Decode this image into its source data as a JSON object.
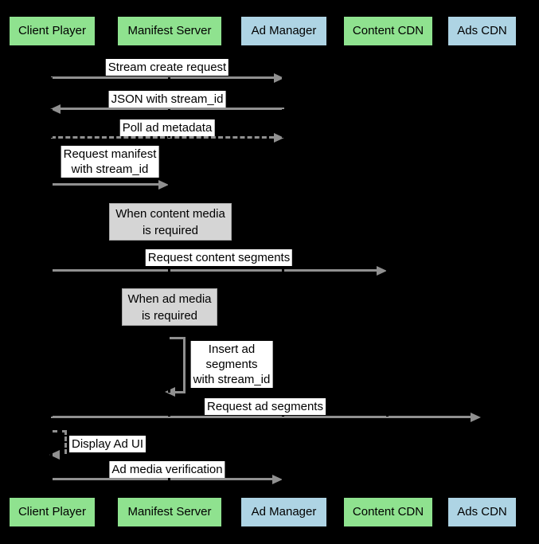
{
  "diagram_type": "sequence-diagram",
  "colors": {
    "background": "#000000",
    "actor_green": "#8fe28f",
    "actor_blue": "#aed4e4",
    "arrow_gray": "#909090",
    "note_gray": "#d5d5d5",
    "label_bg": "#ffffff",
    "text": "#000000"
  },
  "actors": [
    {
      "label": "Client Player",
      "color": "green"
    },
    {
      "label": "Manifest Server",
      "color": "green"
    },
    {
      "label": "Ad Manager",
      "color": "blue"
    },
    {
      "label": "Content CDN",
      "color": "green"
    },
    {
      "label": "Ads CDN",
      "color": "blue"
    }
  ],
  "messages": [
    {
      "label": "Stream create request",
      "from": "Client Player",
      "to": "Ad Manager",
      "style": "solid"
    },
    {
      "label": "JSON with stream_id",
      "from": "Ad Manager",
      "to": "Client Player",
      "style": "solid"
    },
    {
      "label": "Poll ad metadata",
      "from": "Client Player",
      "to": "Ad Manager",
      "style": "dashed"
    },
    {
      "lines": [
        "Request manifest",
        "with stream_id"
      ],
      "from": "Client Player",
      "to": "Manifest Server",
      "style": "solid"
    },
    {
      "label": "Request content segments",
      "from": "Client Player",
      "to": "Content CDN",
      "style": "solid"
    },
    {
      "lines": [
        "Insert ad",
        "segments",
        "with stream_id"
      ],
      "from": "Manifest Server",
      "to": "Manifest Server",
      "style": "self-loop"
    },
    {
      "label": "Request ad segments",
      "from": "Client Player",
      "to": "Ads CDN",
      "style": "solid"
    },
    {
      "label": "Display Ad UI",
      "from": "Client Player",
      "to": "Client Player",
      "style": "self-loop-dashed"
    },
    {
      "label": "Ad media verification",
      "from": "Client Player",
      "to": "Ad Manager",
      "style": "solid"
    }
  ],
  "notes": [
    {
      "lines": [
        "When content media",
        "is required"
      ],
      "over": "Manifest Server"
    },
    {
      "lines": [
        "When ad media",
        "is required"
      ],
      "over": "Manifest Server"
    }
  ]
}
